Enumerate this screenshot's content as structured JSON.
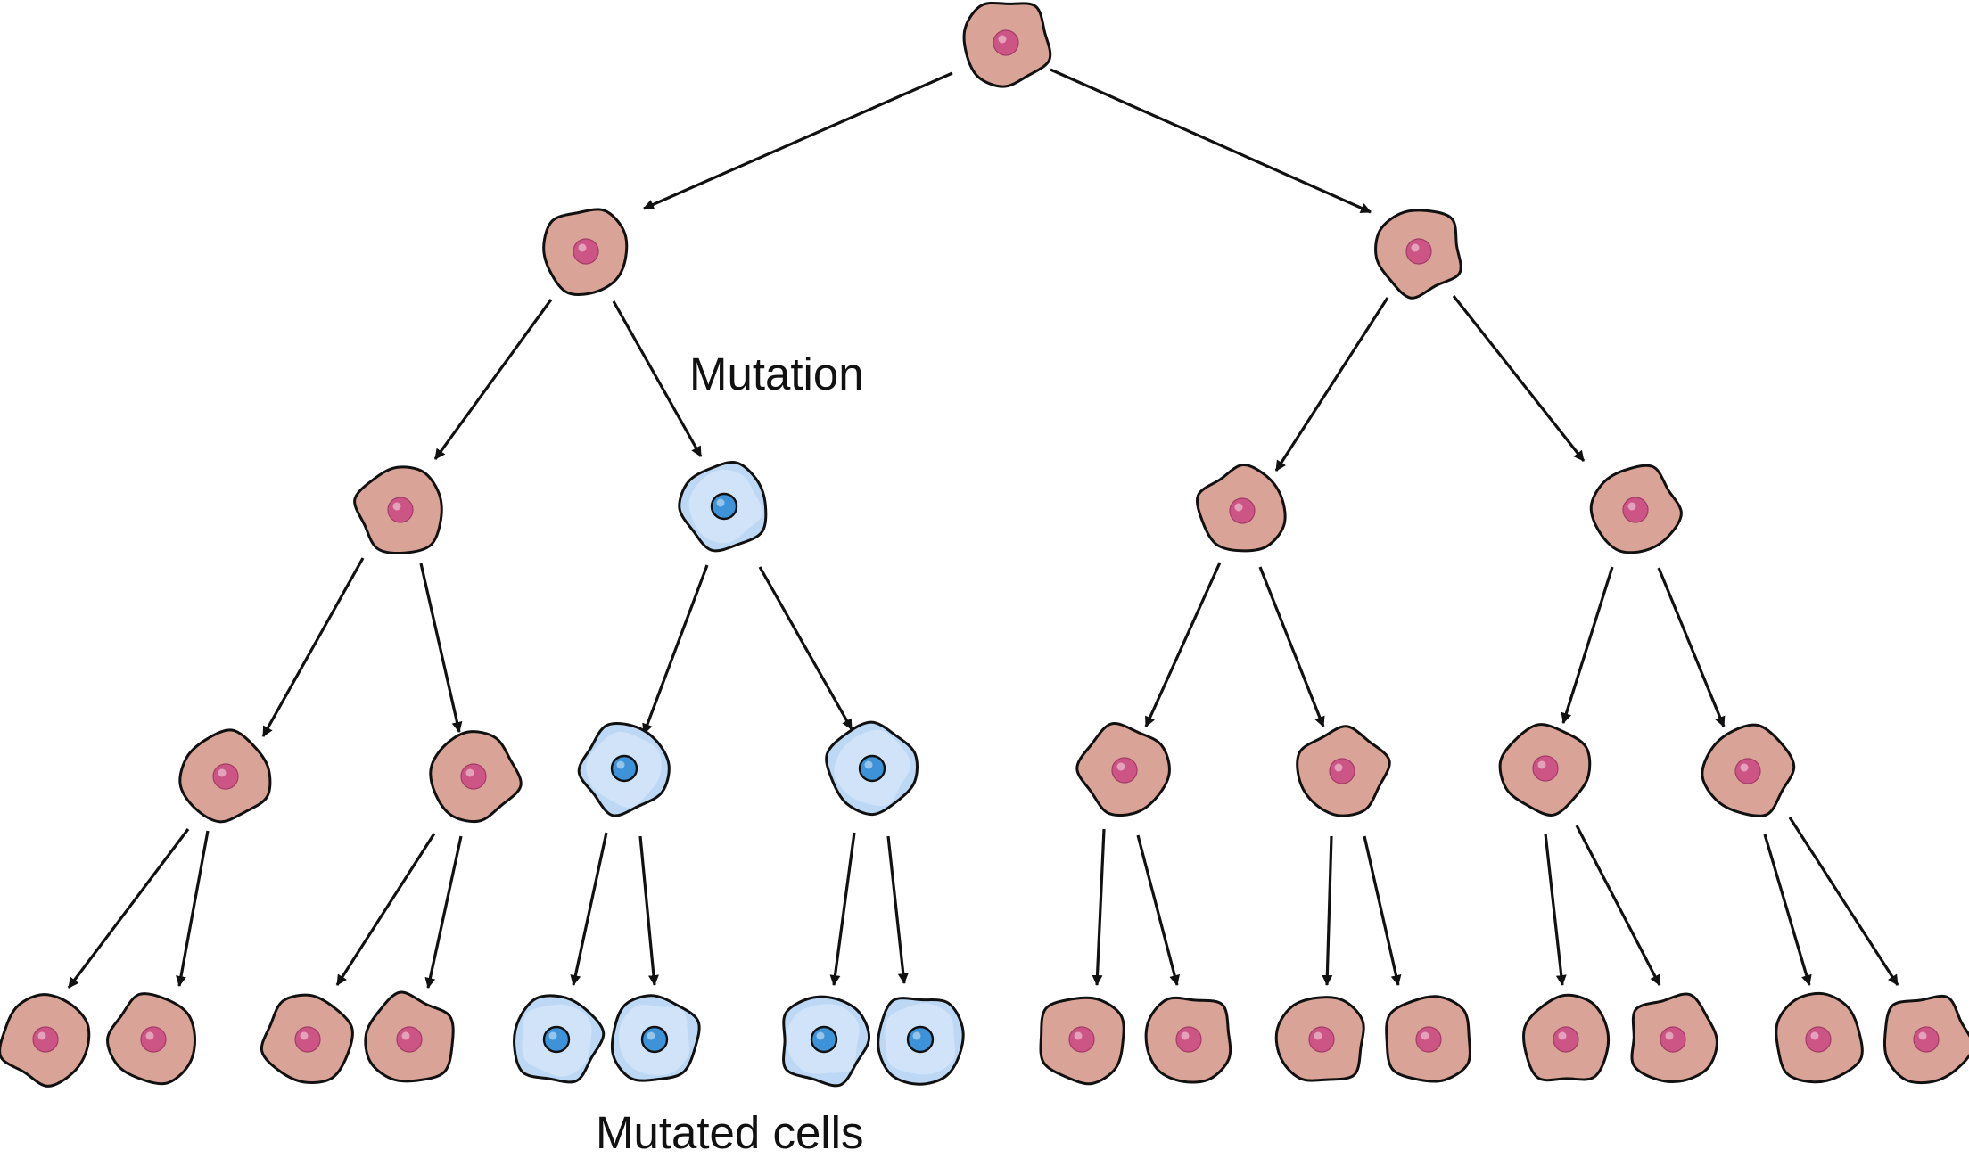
{
  "labels": {
    "mutation": "Mutation",
    "mutated_cells": "Mutated cells"
  },
  "colors": {
    "normal_cell_fill": "#d9a397",
    "normal_nucleus_fill": "#cc5585",
    "mutated_cell_fill": "#bcd8f5",
    "mutated_nucleus_fill": "#3e93d8",
    "outline": "#111111",
    "arrow": "#111111"
  },
  "tree": {
    "generations": 5,
    "root": "normal",
    "mutation_at": "generation-3-cell-2",
    "cells_per_generation": [
      1,
      2,
      4,
      8,
      16
    ],
    "mutated_cells_final_generation": 4
  }
}
